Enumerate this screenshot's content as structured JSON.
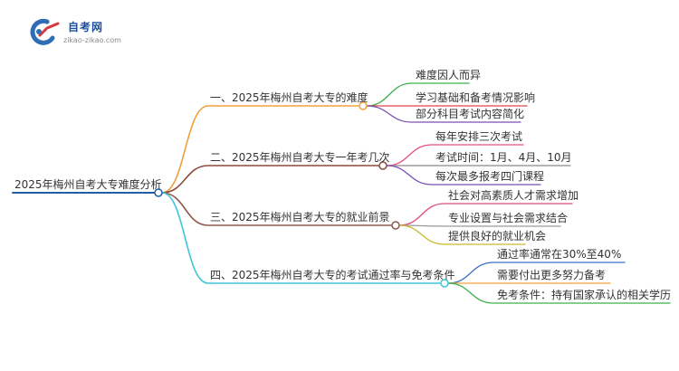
{
  "brand": {
    "title": "自考网",
    "url_text": "zikao-zikao.com",
    "colors": {
      "logo_blue": "#2f6db5",
      "logo_red": "#d9363e"
    }
  },
  "mindmap": {
    "root": {
      "label": "2025年梅州自考大专难度分析",
      "color": "#1f5fa8"
    },
    "branches": [
      {
        "label": "一、2025年梅州自考大专的难度",
        "color": "#f2a03d",
        "children": [
          {
            "label": "难度因人而异",
            "color": "#3bb14a"
          },
          {
            "label": "学习基础和备考情况影响",
            "color": "#e0434b"
          },
          {
            "label": "部分科目考试内容简化",
            "color": "#7b4fb4"
          }
        ]
      },
      {
        "label": "二、2025年梅州自考大专一年考几次",
        "color": "#8b4a3c",
        "children": [
          {
            "label": "每年安排三次考试",
            "color": "#e0507a"
          },
          {
            "label": "考试时间：1月、4月、10月",
            "color": "#8a8a8a"
          },
          {
            "label": "每次最多报考四门课程",
            "color": "#7b4fb4"
          }
        ]
      },
      {
        "label": "三、2025年梅州自考大专的就业前景",
        "color": "#8b5a4c",
        "children": [
          {
            "label": "社会对高素质人才需求增加",
            "color": "#e0507a"
          },
          {
            "label": "专业设置与社会需求结合",
            "color": "#9a9a9a"
          },
          {
            "label": "提供良好的就业机会",
            "color": "#c8b92a"
          }
        ]
      },
      {
        "label": "四、2025年梅州自考大专的考试通过率与免考条件",
        "color": "#3fc6d8",
        "children": [
          {
            "label": "通过率通常在30%至40%",
            "color": "#3a6fc8"
          },
          {
            "label": "需要付出更多努力备考",
            "color": "#f2a03d"
          },
          {
            "label": "免考条件：持有国家承认的相关学历",
            "color": "#3bb14a"
          }
        ]
      }
    ]
  }
}
